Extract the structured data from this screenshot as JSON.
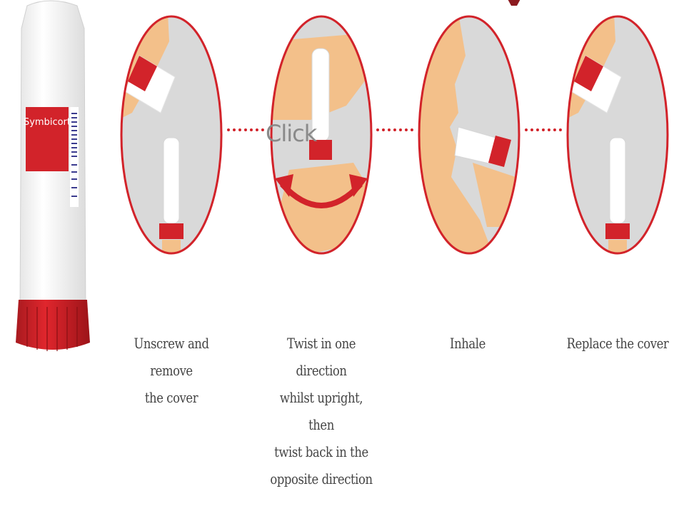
{
  "inhaler": {
    "brand": "Symbicort"
  },
  "connector_text": "Click",
  "steps": [
    {
      "label_lines": [
        "Unscrew and remove",
        "the cover"
      ]
    },
    {
      "label_lines": [
        "Twist in one direction",
        "whilst upright, then",
        "twist back in the",
        "opposite direction"
      ]
    },
    {
      "label_lines": [
        "Inhale"
      ]
    },
    {
      "label_lines": [
        "Replace the cover"
      ]
    }
  ],
  "colors": {
    "accent_red": "#d2232a",
    "circle_bg": "#d9d9d9",
    "skin": "#f3c08a",
    "inhaler_white": "#f7f7f7",
    "label_text": "#444444"
  }
}
